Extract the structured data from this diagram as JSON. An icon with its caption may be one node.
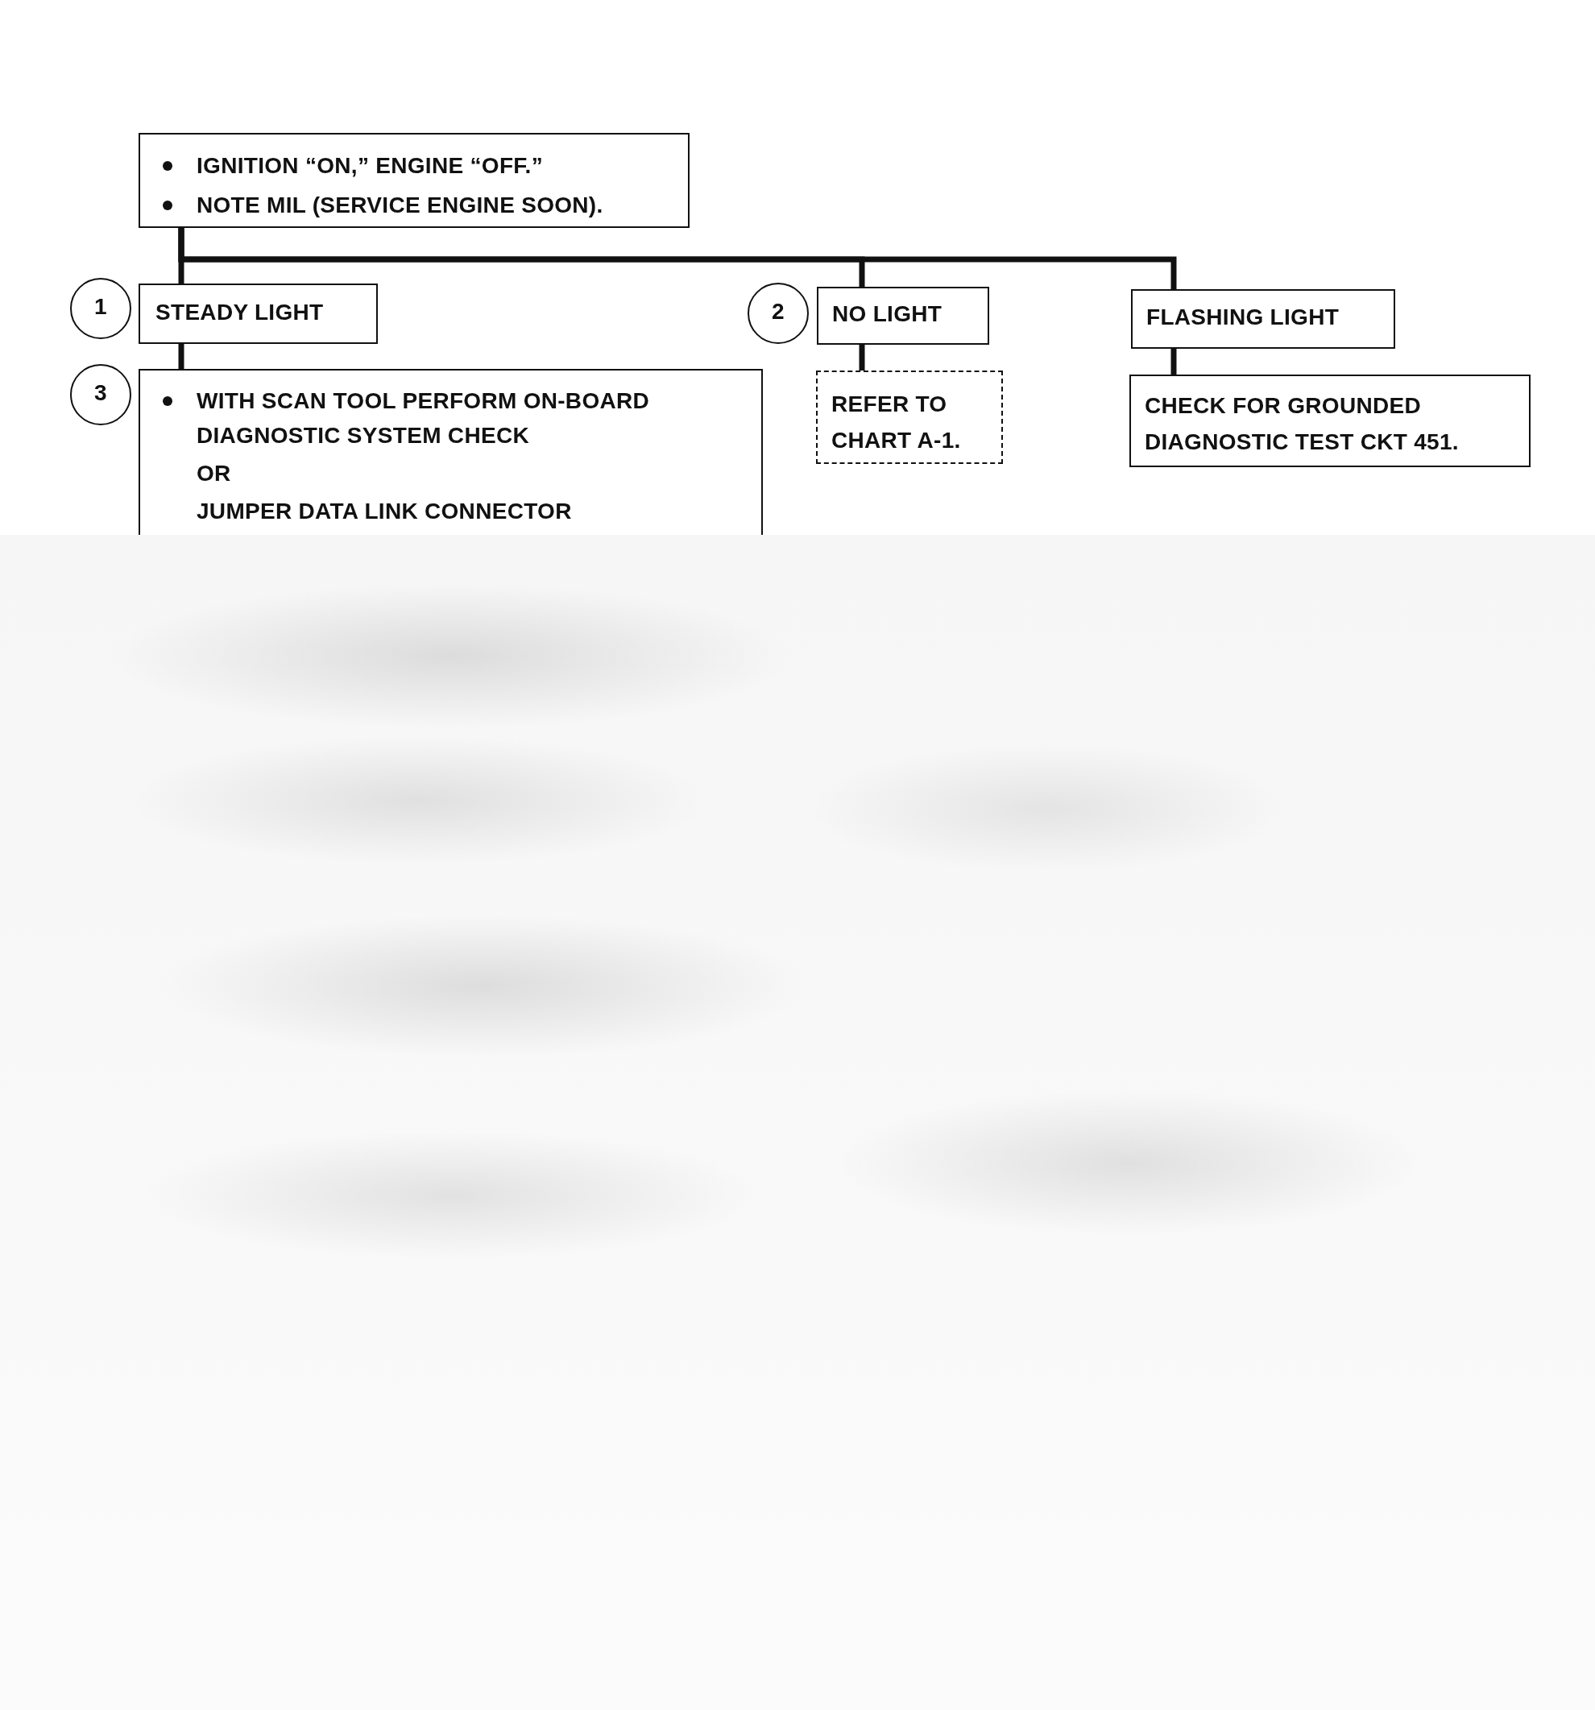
{
  "diagram": {
    "nodes": [
      {
        "text": [
          "IGNITION “ON,” ENGINE “OFF.”",
          "NOTE MIL (SERVICE ENGINE SOON)."
        ]
      },
      {
        "text": [
          "1"
        ]
      },
      {
        "text": [
          "STEADY LIGHT"
        ]
      },
      {
        "text": [
          "2"
        ]
      },
      {
        "text": [
          "NO LIGHT"
        ]
      },
      {
        "text": [
          "FLASHING LIGHT"
        ]
      },
      {
        "text": [
          "3"
        ]
      },
      {
        "text": [
          "WITH SCAN TOOL PERFORM ON-BOARD DIAGNOSTIC SYSTEM CHECK",
          "OR",
          "JUMPER DATA LINK CONNECTOR"
        ]
      },
      {
        "text": [
          "REFER TO CHART A-1."
        ]
      },
      {
        "text": [
          "CHECK FOR GROUNDED DIAGNOSTIC TEST CKT 451."
        ]
      }
    ],
    "edges": [
      {
        "from": 0,
        "to": 2,
        "arrow": "none"
      },
      {
        "from": 0,
        "to": 4,
        "arrow": "none"
      },
      {
        "from": 0,
        "to": 5,
        "arrow": "none"
      },
      {
        "from": 2,
        "to": 7,
        "arrow": "none"
      },
      {
        "from": 4,
        "to": 8,
        "arrow": "none"
      },
      {
        "from": 5,
        "to": 9,
        "arrow": "none"
      }
    ]
  }
}
